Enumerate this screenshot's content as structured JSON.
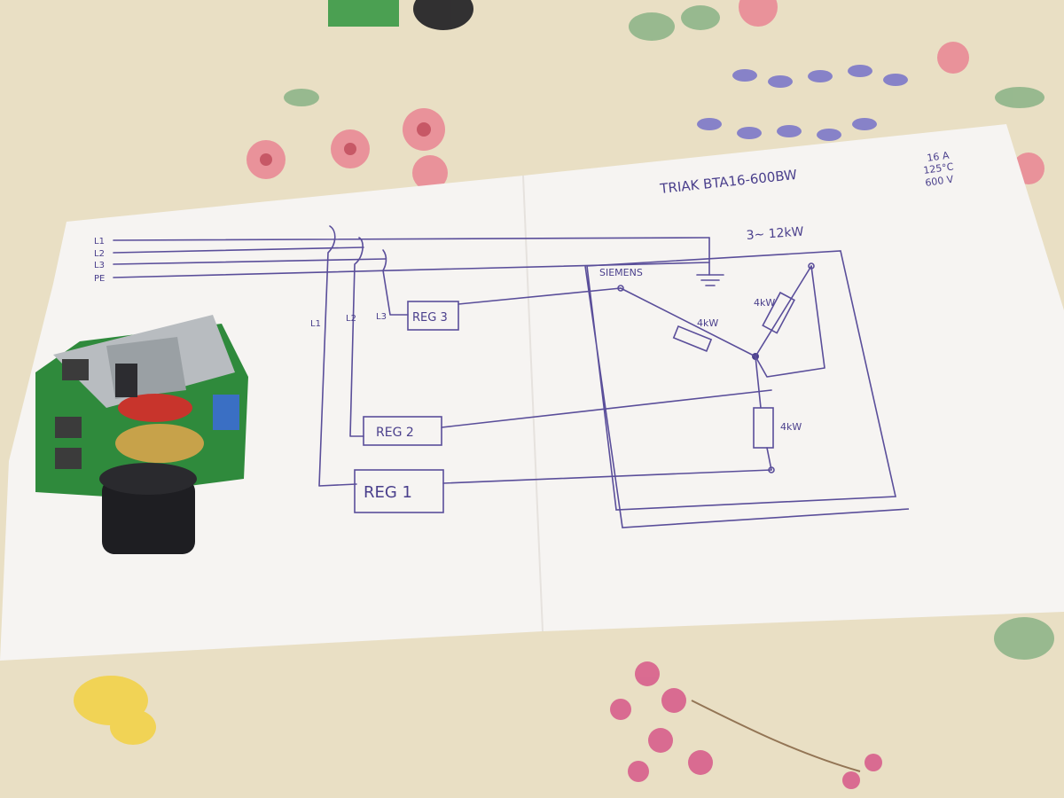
{
  "diagram": {
    "phase_labels": [
      "L1",
      "L2",
      "L3",
      "PE"
    ],
    "drop_labels": [
      "L1",
      "L2",
      "L3"
    ],
    "regulators": [
      "REG 3",
      "REG 2",
      "REG 1"
    ],
    "triac_note": "TRIAK  BTA16-600BW",
    "triac_specs": [
      "16 A",
      "125°C",
      "600 V"
    ],
    "heater_rating": "3~ 12kW",
    "brand": "SIEMENS",
    "resistors": [
      "4kW",
      "4kW",
      "4kW"
    ]
  },
  "colors": {
    "ink": "#5a4e9a",
    "paper": "#f6f4f2",
    "tablecloth": "#e9dfc4",
    "pcb": "#2f8a3c",
    "capacitor": "#c8342c",
    "knob": "#1e1e22"
  }
}
